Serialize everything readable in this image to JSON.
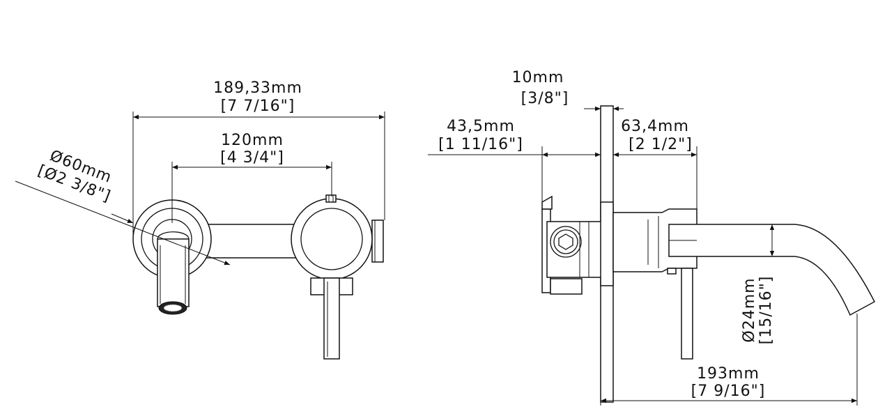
{
  "dimensions": {
    "overall_width": {
      "metric": "189,33mm",
      "imperial": "[7  7/16\"]"
    },
    "center_distance": {
      "metric": "120mm",
      "imperial": "[4  3/4\"]"
    },
    "plate_diameter": {
      "metric": "Ø60mm",
      "imperial": "[Ø2  3/8\"]"
    },
    "plate_thickness": {
      "metric": "10mm",
      "imperial": "[3/8\"]"
    },
    "body_depth": {
      "metric": "43,5mm",
      "imperial": "[1  11/16\"]"
    },
    "handle_offset": {
      "metric": "63,4mm",
      "imperial": "[2  1/2\"]"
    },
    "spout_diameter": {
      "metric": "Ø24mm",
      "imperial": "[15/16\"]"
    },
    "spout_projection": {
      "metric": "193mm",
      "imperial": "[7  9/16\"]"
    }
  }
}
